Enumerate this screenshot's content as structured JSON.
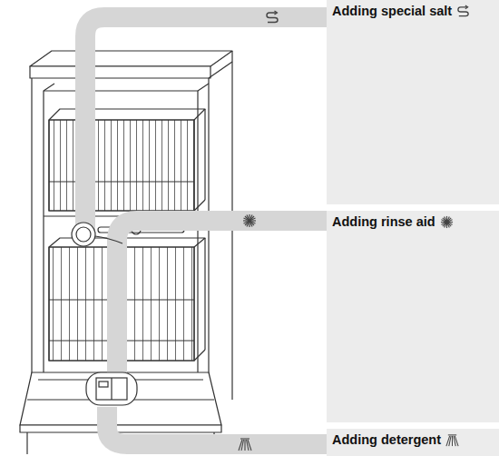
{
  "diagram": {
    "nodes": [
      {
        "text": [
          "Adding special salt"
        ]
      },
      {
        "text": [
          "Adding rinse aid"
        ]
      },
      {
        "text": [
          "Adding detergent"
        ]
      }
    ],
    "edges": []
  }
}
